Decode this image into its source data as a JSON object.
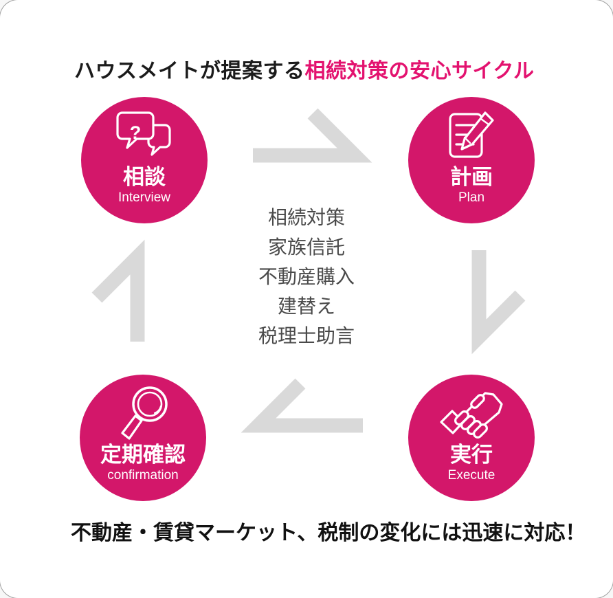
{
  "title": {
    "prefix": "ハウスメイトが提案する",
    "highlight": "相続対策の安心サイクル"
  },
  "cycle": {
    "steps": [
      {
        "id": "interview",
        "label_ja": "相談",
        "label_en": "Interview",
        "icon": "chat-question-icon",
        "icon_glyph": "?"
      },
      {
        "id": "plan",
        "label_ja": "計画",
        "label_en": "Plan",
        "icon": "document-pencil-icon"
      },
      {
        "id": "execute",
        "label_ja": "実行",
        "label_en": "Execute",
        "icon": "handshake-icon"
      },
      {
        "id": "confirmation",
        "label_ja": "定期確認",
        "label_en": "confirmation",
        "icon": "magnifier-icon"
      }
    ]
  },
  "center_topics": [
    "相続対策",
    "家族信託",
    "不動産購入",
    "建替え",
    "税理士助言"
  ],
  "footer_note": "不動産・賃貸マーケット、税制の変化には迅速に対応！",
  "colors": {
    "accent_pink": "#e3126f",
    "circle_pink": "#d3176a",
    "arrow_gray": "#d9d9d9",
    "center_text": "#4a4a4a",
    "title_black": "#1b1b1b"
  }
}
